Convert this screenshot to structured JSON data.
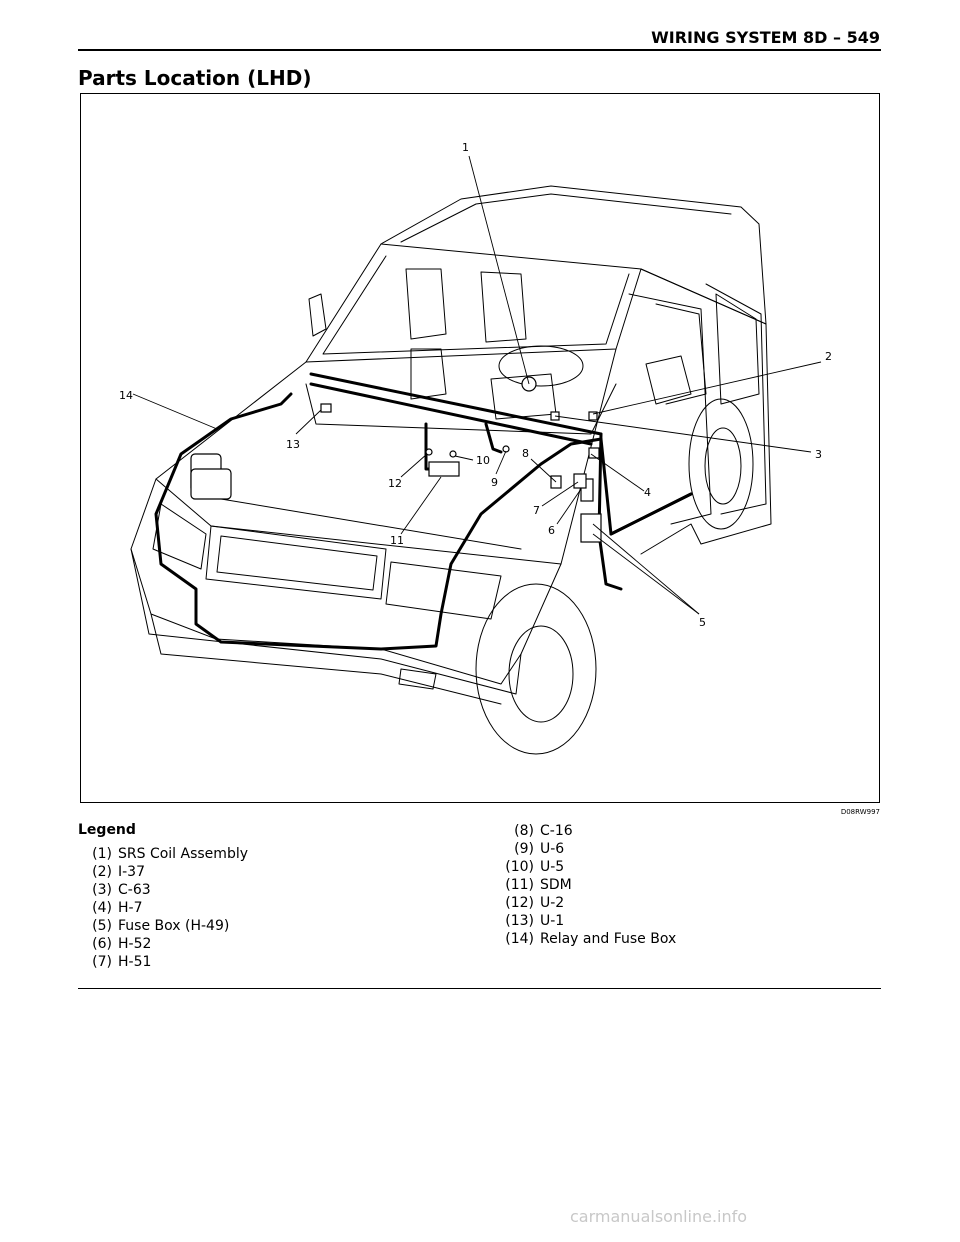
{
  "header": {
    "title": "WIRING SYSTEM 8D – 549"
  },
  "section": {
    "title": "Parts Location (LHD)"
  },
  "figure": {
    "code": "D08RW997",
    "callouts": [
      "1",
      "2",
      "3",
      "4",
      "5",
      "6",
      "7",
      "8",
      "9",
      "10",
      "11",
      "12",
      "13",
      "14"
    ]
  },
  "legend": {
    "heading": "Legend",
    "left_items": [
      {
        "num": "(1)",
        "text": "SRS Coil Assembly"
      },
      {
        "num": "(2)",
        "text": "I-37"
      },
      {
        "num": "(3)",
        "text": "C-63"
      },
      {
        "num": "(4)",
        "text": "H-7"
      },
      {
        "num": "(5)",
        "text": "Fuse Box (H-49)"
      },
      {
        "num": "(6)",
        "text": "H-52"
      },
      {
        "num": "(7)",
        "text": "H-51"
      }
    ],
    "right_items": [
      {
        "num": "(8)",
        "text": "C-16"
      },
      {
        "num": "(9)",
        "text": "U-6"
      },
      {
        "num": "(10)",
        "text": "U-5"
      },
      {
        "num": "(11)",
        "text": "SDM"
      },
      {
        "num": "(12)",
        "text": "U-2"
      },
      {
        "num": "(13)",
        "text": "U-1"
      },
      {
        "num": "(14)",
        "text": "Relay and Fuse Box"
      }
    ]
  },
  "watermark": {
    "text": "carmanualsonline.info"
  }
}
